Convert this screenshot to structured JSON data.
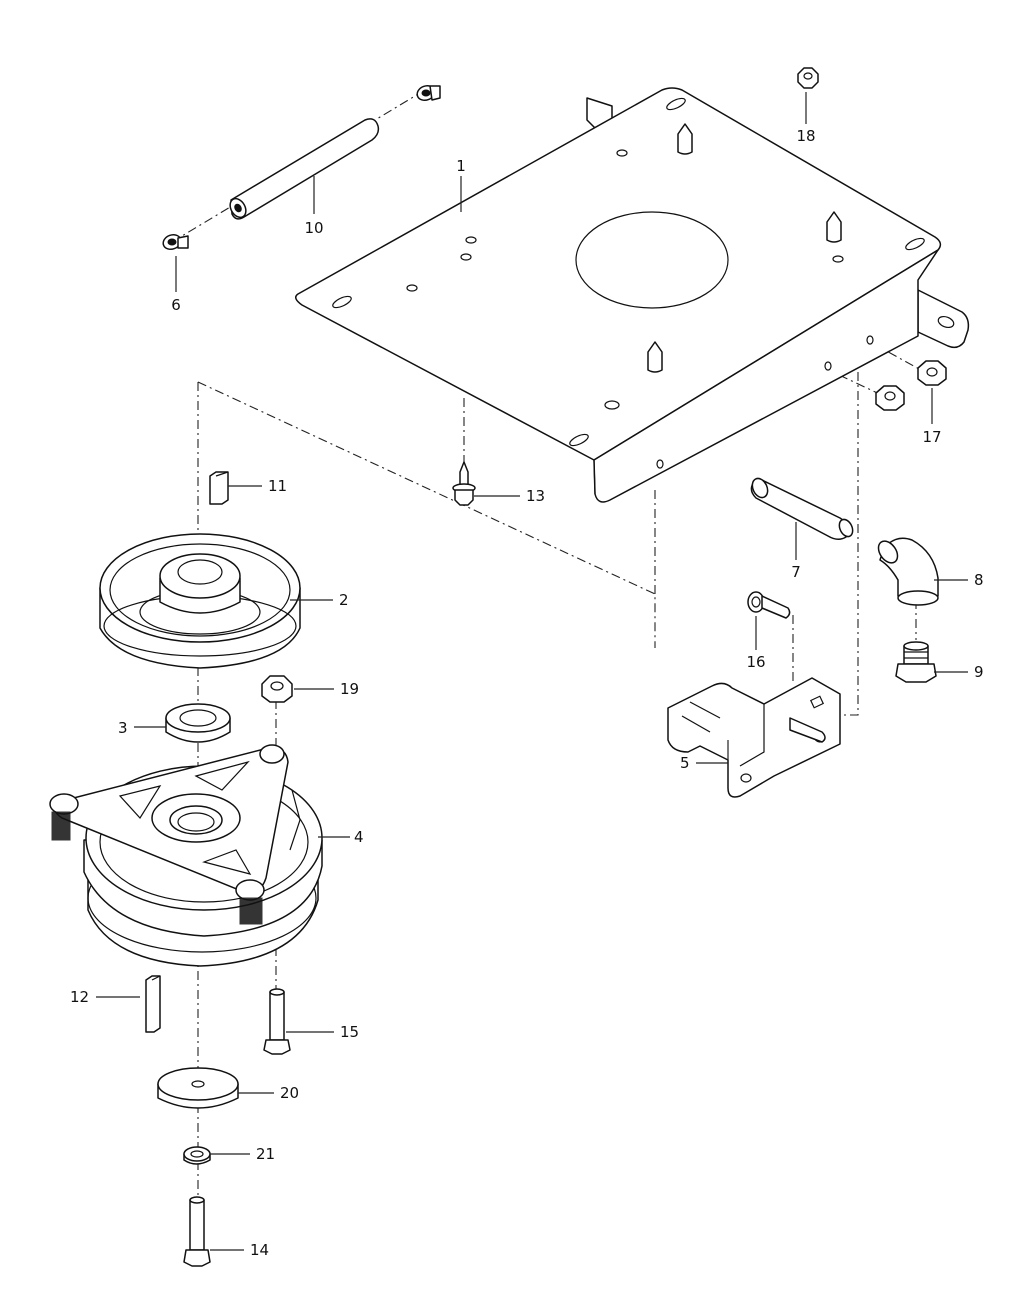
{
  "callouts": [
    {
      "id": "1",
      "text": "1"
    },
    {
      "id": "2",
      "text": "2"
    },
    {
      "id": "3",
      "text": "3"
    },
    {
      "id": "4",
      "text": "4"
    },
    {
      "id": "5",
      "text": "5"
    },
    {
      "id": "6",
      "text": "6"
    },
    {
      "id": "7",
      "text": "7"
    },
    {
      "id": "8",
      "text": "8"
    },
    {
      "id": "9",
      "text": "9"
    },
    {
      "id": "10",
      "text": "10"
    },
    {
      "id": "11",
      "text": "11"
    },
    {
      "id": "12",
      "text": "12"
    },
    {
      "id": "13",
      "text": "13"
    },
    {
      "id": "14",
      "text": "14"
    },
    {
      "id": "15",
      "text": "15"
    },
    {
      "id": "16",
      "text": "16"
    },
    {
      "id": "17",
      "text": "17"
    },
    {
      "id": "18",
      "text": "18"
    },
    {
      "id": "19",
      "text": "19"
    },
    {
      "id": "20",
      "text": "20"
    },
    {
      "id": "21",
      "text": "21"
    }
  ],
  "colors": {
    "line": "#111111",
    "background": "#ffffff"
  }
}
